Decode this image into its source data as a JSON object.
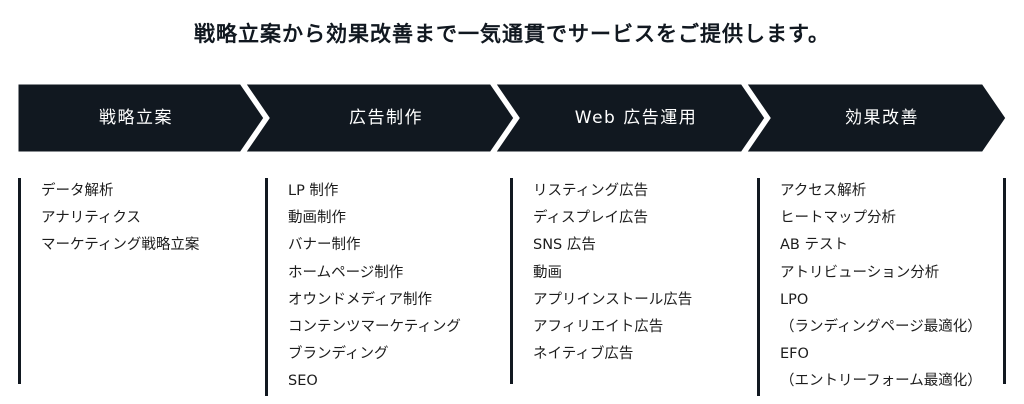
{
  "headline": "戦略立案から効果改善まで一気通貫でサービスをご提供します。",
  "colors": {
    "navy": "#111820",
    "text": "#1c1c1c",
    "background": "#ffffff"
  },
  "stages": [
    {
      "label": "戦略立案",
      "items": [
        "データ解析",
        "アナリティクス",
        "マーケティング戦略立案"
      ]
    },
    {
      "label": "広告制作",
      "items": [
        "LP 制作",
        "動画制作",
        "バナー制作",
        "ホームページ制作",
        "オウンドメディア制作",
        "コンテンツマーケティング",
        "ブランディング",
        "SEO"
      ]
    },
    {
      "label": "Web 広告運用",
      "items": [
        "リスティング広告",
        "ディスプレイ広告",
        "SNS 広告",
        "動画",
        "アプリインストール広告",
        "アフィリエイト広告",
        "ネイティブ広告"
      ]
    },
    {
      "label": "効果改善",
      "items": [
        "アクセス解析",
        "ヒートマップ分析",
        "AB テスト",
        "アトリビューション分析",
        "LPO",
        "（ランディングページ最適化）",
        "EFO",
        "（エントリーフォーム最適化）"
      ]
    }
  ]
}
